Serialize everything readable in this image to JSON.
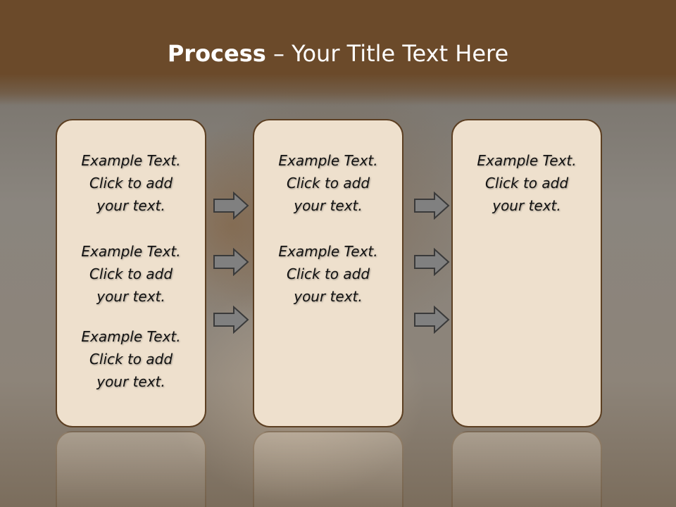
{
  "slide": {
    "title_bold": "Process",
    "title_rest": " – Your Title Text Here"
  },
  "columns": [
    {
      "items": [
        "Example Text.\nClick  to add\nyour text.",
        "Example Text.\nClick  to add\nyour text.",
        "Example Text.\nClick  to add\nyour text."
      ]
    },
    {
      "items": [
        "Example Text.\nClick  to add\nyour text.",
        "Example Text.\nClick  to add\nyour text."
      ]
    },
    {
      "items": [
        "Example Text.\nClick  to add\nyour text."
      ]
    }
  ],
  "icons": {
    "arrow": "right-arrow-icon"
  },
  "colors": {
    "header": "#6b4a2a",
    "box_fill": "#eee0cd",
    "box_border": "#5c3f22",
    "arrow": "#808080"
  }
}
